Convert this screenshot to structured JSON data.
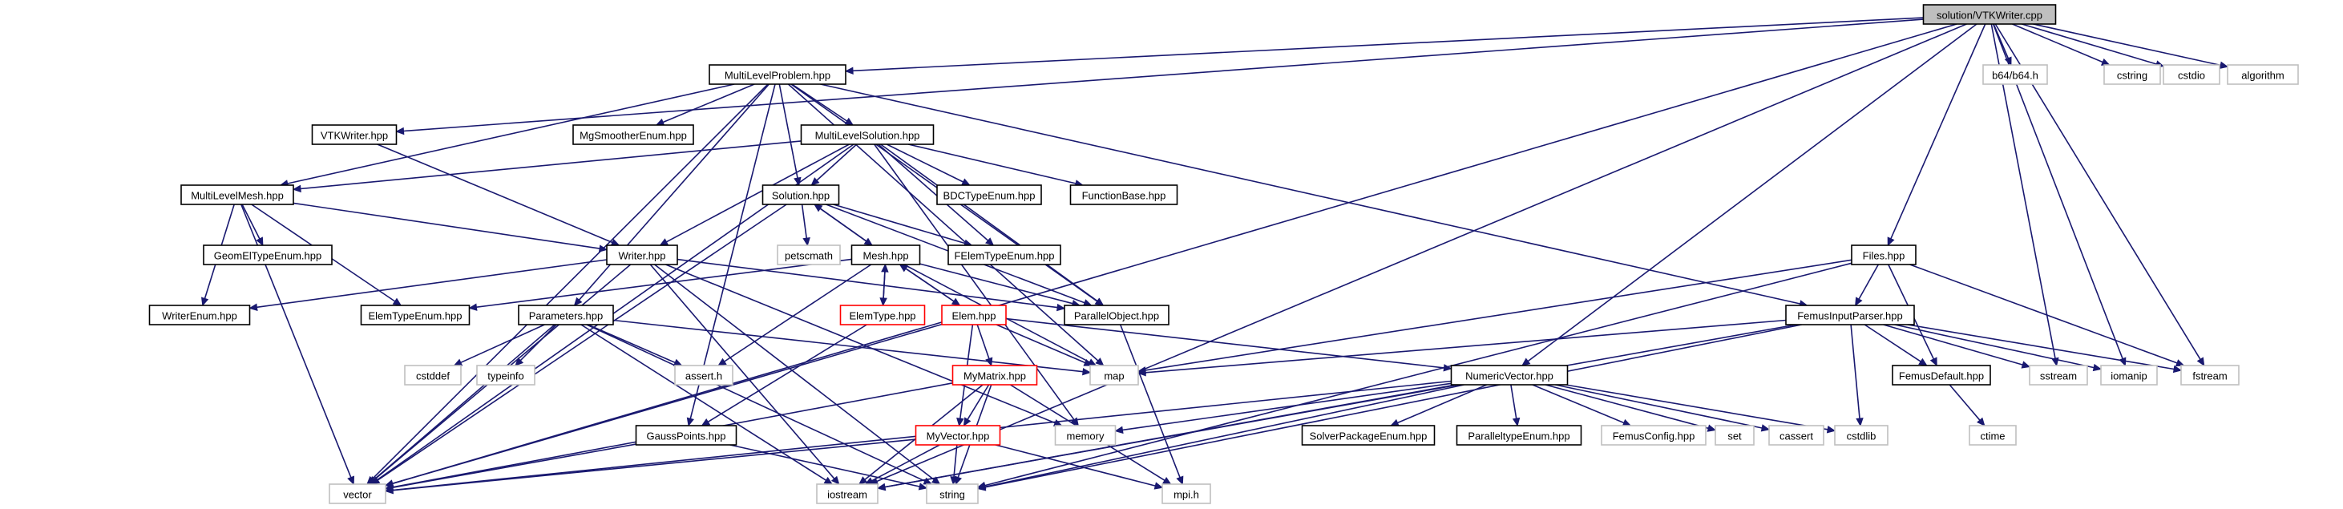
{
  "colors": {
    "edge": "#191970",
    "root_fill": "#bfbfbf",
    "root_border": "#000000",
    "internal_border": "#000000",
    "external_border": "#bfbfbf",
    "red_border": "#ff0000",
    "text": "#000000",
    "node_fill": "#ffffff"
  },
  "nodes": [
    {
      "id": "vtkwriter_cpp",
      "label": "solution/VTKWriter.cpp",
      "kind": "root"
    },
    {
      "id": "multilevelproblem",
      "label": "MultiLevelProblem.hpp",
      "kind": "internal"
    },
    {
      "id": "b64",
      "label": "b64/b64.h",
      "kind": "external"
    },
    {
      "id": "cstring",
      "label": "cstring",
      "kind": "external"
    },
    {
      "id": "cstdio",
      "label": "cstdio",
      "kind": "external"
    },
    {
      "id": "algorithm",
      "label": "algorithm",
      "kind": "external"
    },
    {
      "id": "vtkwriter_hpp",
      "label": "VTKWriter.hpp",
      "kind": "internal"
    },
    {
      "id": "mgsmoother",
      "label": "MgSmootherEnum.hpp",
      "kind": "internal"
    },
    {
      "id": "multilevelsolution",
      "label": "MultiLevelSolution.hpp",
      "kind": "internal"
    },
    {
      "id": "multilevelmesh",
      "label": "MultiLevelMesh.hpp",
      "kind": "internal"
    },
    {
      "id": "solution",
      "label": "Solution.hpp",
      "kind": "internal"
    },
    {
      "id": "bdctype",
      "label": "BDCTypeEnum.hpp",
      "kind": "internal"
    },
    {
      "id": "functionbase",
      "label": "FunctionBase.hpp",
      "kind": "internal"
    },
    {
      "id": "geomeltype",
      "label": "GeomElTypeEnum.hpp",
      "kind": "internal"
    },
    {
      "id": "petscmath",
      "label": "petscmath",
      "kind": "external"
    },
    {
      "id": "feleltype",
      "label": "FElemTypeEnum.hpp",
      "kind": "internal"
    },
    {
      "id": "writer",
      "label": "Writer.hpp",
      "kind": "internal"
    },
    {
      "id": "mesh",
      "label": "Mesh.hpp",
      "kind": "internal"
    },
    {
      "id": "files",
      "label": "Files.hpp",
      "kind": "internal"
    },
    {
      "id": "writerenum",
      "label": "WriterEnum.hpp",
      "kind": "internal"
    },
    {
      "id": "elemtypeenum",
      "label": "ElemTypeEnum.hpp",
      "kind": "internal"
    },
    {
      "id": "elemtype",
      "label": "ElemType.hpp",
      "kind": "red"
    },
    {
      "id": "elem",
      "label": "Elem.hpp",
      "kind": "red"
    },
    {
      "id": "parallelobject",
      "label": "ParallelObject.hpp",
      "kind": "internal"
    },
    {
      "id": "femusinputparser",
      "label": "FemusInputParser.hpp",
      "kind": "internal"
    },
    {
      "id": "parameters",
      "label": "Parameters.hpp",
      "kind": "internal"
    },
    {
      "id": "cstddef",
      "label": "cstddef",
      "kind": "external"
    },
    {
      "id": "typeinfo",
      "label": "typeinfo",
      "kind": "external"
    },
    {
      "id": "asserth",
      "label": "assert.h",
      "kind": "external"
    },
    {
      "id": "map",
      "label": "map",
      "kind": "external"
    },
    {
      "id": "numericvector",
      "label": "NumericVector.hpp",
      "kind": "internal"
    },
    {
      "id": "mymatrix",
      "label": "MyMatrix.hpp",
      "kind": "red"
    },
    {
      "id": "femusdefault",
      "label": "FemusDefault.hpp",
      "kind": "internal"
    },
    {
      "id": "sstream",
      "label": "sstream",
      "kind": "external"
    },
    {
      "id": "iomanip",
      "label": "iomanip",
      "kind": "external"
    },
    {
      "id": "fstream",
      "label": "fstream",
      "kind": "external"
    },
    {
      "id": "memory",
      "label": "memory",
      "kind": "external"
    },
    {
      "id": "solverpackage",
      "label": "SolverPackageEnum.hpp",
      "kind": "internal"
    },
    {
      "id": "paralleltype",
      "label": "ParalleltypeEnum.hpp",
      "kind": "internal"
    },
    {
      "id": "femusconfig",
      "label": "FemusConfig.hpp",
      "kind": "external"
    },
    {
      "id": "set",
      "label": "set",
      "kind": "external"
    },
    {
      "id": "cassert",
      "label": "cassert",
      "kind": "external"
    },
    {
      "id": "cstdlib",
      "label": "cstdlib",
      "kind": "external"
    },
    {
      "id": "ctime",
      "label": "ctime",
      "kind": "external"
    },
    {
      "id": "gausspoints",
      "label": "GaussPoints.hpp",
      "kind": "internal"
    },
    {
      "id": "myvector",
      "label": "MyVector.hpp",
      "kind": "red"
    },
    {
      "id": "vector",
      "label": "vector",
      "kind": "external"
    },
    {
      "id": "iostream",
      "label": "iostream",
      "kind": "external"
    },
    {
      "id": "string",
      "label": "string",
      "kind": "external"
    },
    {
      "id": "mpih",
      "label": "mpi.h",
      "kind": "external"
    }
  ],
  "edges": [
    [
      "vtkwriter_cpp",
      "multilevelproblem"
    ],
    [
      "vtkwriter_cpp",
      "b64"
    ],
    [
      "vtkwriter_cpp",
      "cstring"
    ],
    [
      "vtkwriter_cpp",
      "cstdio"
    ],
    [
      "vtkwriter_cpp",
      "algorithm"
    ],
    [
      "vtkwriter_cpp",
      "vtkwriter_hpp"
    ],
    [
      "vtkwriter_cpp",
      "files"
    ],
    [
      "vtkwriter_cpp",
      "numericvector"
    ],
    [
      "vtkwriter_cpp",
      "sstream"
    ],
    [
      "vtkwriter_cpp",
      "iomanip"
    ],
    [
      "vtkwriter_cpp",
      "fstream"
    ],
    [
      "vtkwriter_cpp",
      "vector"
    ],
    [
      "vtkwriter_cpp",
      "iostream"
    ],
    [
      "multilevelproblem",
      "mgsmoother"
    ],
    [
      "multilevelproblem",
      "multilevelsolution"
    ],
    [
      "multilevelproblem",
      "multilevelmesh"
    ],
    [
      "multilevelproblem",
      "solution"
    ],
    [
      "multilevelproblem",
      "parameters"
    ],
    [
      "multilevelproblem",
      "parallelobject"
    ],
    [
      "multilevelproblem",
      "femusinputparser"
    ],
    [
      "multilevelproblem",
      "map"
    ],
    [
      "multilevelproblem",
      "gausspoints"
    ],
    [
      "multilevelproblem",
      "vector"
    ],
    [
      "vtkwriter_hpp",
      "writer"
    ],
    [
      "multilevelsolution",
      "multilevelmesh"
    ],
    [
      "multilevelsolution",
      "solution"
    ],
    [
      "multilevelsolution",
      "bdctype"
    ],
    [
      "multilevelsolution",
      "functionbase"
    ],
    [
      "multilevelsolution",
      "feleltype"
    ],
    [
      "multilevelsolution",
      "writer"
    ],
    [
      "multilevelsolution",
      "parallelobject"
    ],
    [
      "multilevelsolution",
      "memory"
    ],
    [
      "multilevelsolution",
      "vector"
    ],
    [
      "multilevelmesh",
      "geomeltype"
    ],
    [
      "multilevelmesh",
      "writer"
    ],
    [
      "multilevelmesh",
      "writerenum"
    ],
    [
      "multilevelmesh",
      "elemtypeenum"
    ],
    [
      "multilevelmesh",
      "vector"
    ],
    [
      "solution",
      "petscmath"
    ],
    [
      "solution",
      "mesh"
    ],
    [
      "solution",
      "feleltype"
    ],
    [
      "solution",
      "parallelobject"
    ],
    [
      "solution",
      "vector"
    ],
    [
      "writer",
      "writerenum"
    ],
    [
      "writer",
      "parallelobject"
    ],
    [
      "writer",
      "memory"
    ],
    [
      "writer",
      "vector"
    ],
    [
      "writer",
      "iostream"
    ],
    [
      "writer",
      "string"
    ],
    [
      "mesh",
      "solution"
    ],
    [
      "mesh",
      "elemtype"
    ],
    [
      "mesh",
      "elem"
    ],
    [
      "mesh",
      "elemtypeenum"
    ],
    [
      "mesh",
      "parallelobject"
    ],
    [
      "mesh",
      "asserth"
    ],
    [
      "mesh",
      "map"
    ],
    [
      "elemtype",
      "mesh"
    ],
    [
      "elemtype",
      "gausspoints"
    ],
    [
      "elem",
      "mesh"
    ],
    [
      "elem",
      "mymatrix"
    ],
    [
      "elem",
      "myvector"
    ],
    [
      "elem",
      "numericvector"
    ],
    [
      "elem",
      "map"
    ],
    [
      "elem",
      "vector"
    ],
    [
      "parallelobject",
      "mpih"
    ],
    [
      "files",
      "femusinputparser"
    ],
    [
      "files",
      "femusdefault"
    ],
    [
      "files",
      "map"
    ],
    [
      "files",
      "fstream"
    ],
    [
      "files",
      "string"
    ],
    [
      "femusinputparser",
      "femusdefault"
    ],
    [
      "femusinputparser",
      "map"
    ],
    [
      "femusinputparser",
      "sstream"
    ],
    [
      "femusinputparser",
      "iomanip"
    ],
    [
      "femusinputparser",
      "fstream"
    ],
    [
      "femusinputparser",
      "cstdlib"
    ],
    [
      "femusinputparser",
      "iostream"
    ],
    [
      "femusinputparser",
      "string"
    ],
    [
      "parameters",
      "cstddef"
    ],
    [
      "parameters",
      "typeinfo"
    ],
    [
      "parameters",
      "asserth"
    ],
    [
      "parameters",
      "map"
    ],
    [
      "parameters",
      "vector"
    ],
    [
      "parameters",
      "iostream"
    ],
    [
      "parameters",
      "string"
    ],
    [
      "numericvector",
      "memory"
    ],
    [
      "numericvector",
      "solverpackage"
    ],
    [
      "numericvector",
      "paralleltype"
    ],
    [
      "numericvector",
      "femusconfig"
    ],
    [
      "numericvector",
      "set"
    ],
    [
      "numericvector",
      "cassert"
    ],
    [
      "numericvector",
      "cstdlib"
    ],
    [
      "numericvector",
      "vector"
    ],
    [
      "numericvector",
      "iostream"
    ],
    [
      "numericvector",
      "string"
    ],
    [
      "mymatrix",
      "myvector"
    ],
    [
      "mymatrix",
      "vector"
    ],
    [
      "mymatrix",
      "iostream"
    ],
    [
      "mymatrix",
      "string"
    ],
    [
      "mymatrix",
      "mpih"
    ],
    [
      "myvector",
      "vector"
    ],
    [
      "myvector",
      "iostream"
    ],
    [
      "myvector",
      "string"
    ],
    [
      "myvector",
      "mpih"
    ],
    [
      "femusdefault",
      "ctime"
    ],
    [
      "gausspoints",
      "vector"
    ],
    [
      "gausspoints",
      "string"
    ]
  ]
}
